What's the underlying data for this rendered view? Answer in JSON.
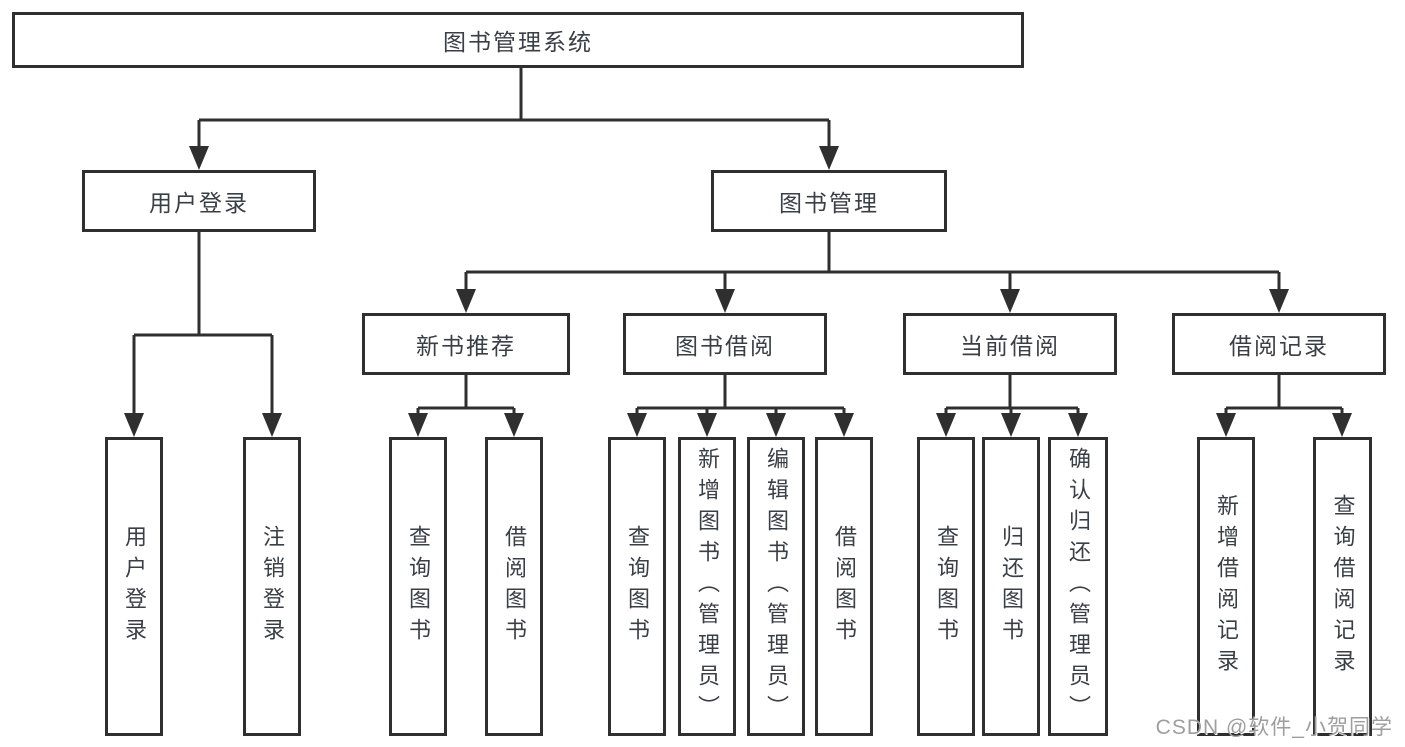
{
  "tree": {
    "root": {
      "label": "图书管理系统",
      "children": [
        {
          "label": "用户登录",
          "children": [
            {
              "label": "用户登录"
            },
            {
              "label": "注销登录"
            }
          ]
        },
        {
          "label": "图书管理",
          "children": [
            {
              "label": "新书推荐",
              "children": [
                {
                  "label": "查询图书"
                },
                {
                  "label": "借阅图书"
                }
              ]
            },
            {
              "label": "图书借阅",
              "children": [
                {
                  "label": "查询图书"
                },
                {
                  "label": "新增图书（管理员）"
                },
                {
                  "label": "编辑图书（管理员）"
                },
                {
                  "label": "借阅图书"
                }
              ]
            },
            {
              "label": "当前借阅",
              "children": [
                {
                  "label": "查询图书"
                },
                {
                  "label": "归还图书"
                },
                {
                  "label": "确认归还（管理员）"
                }
              ]
            },
            {
              "label": "借阅记录",
              "children": [
                {
                  "label": "新增借阅记录"
                },
                {
                  "label": "查询借阅记录"
                }
              ]
            }
          ]
        }
      ]
    }
  },
  "watermark": "CSDN @软件_小贺同学",
  "colors": {
    "line": "#2f2f2f",
    "text": "#3a3f46",
    "watermark": "#9e9e9e",
    "background": "#ffffff"
  }
}
